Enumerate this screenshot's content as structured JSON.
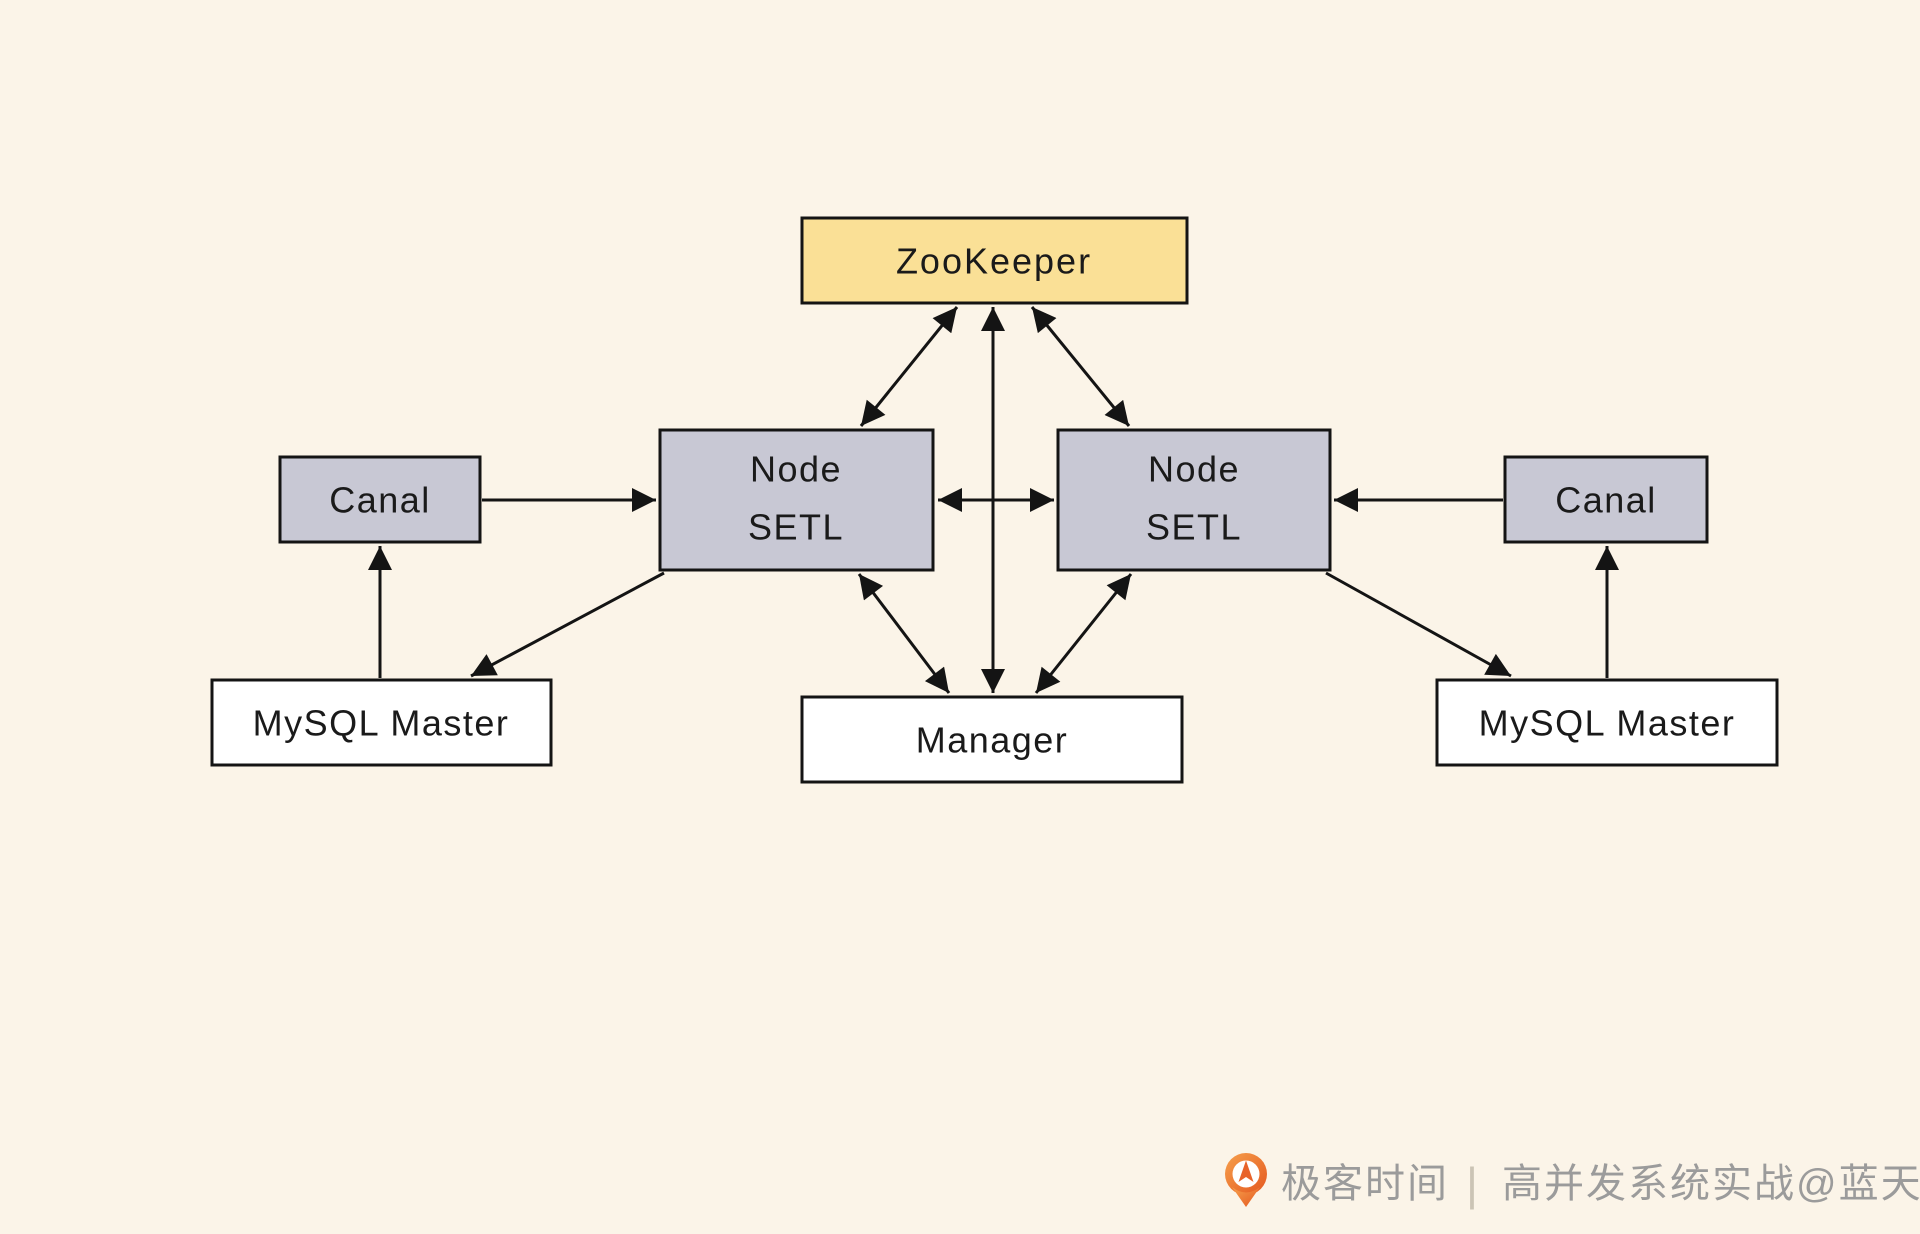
{
  "background": "#FBF4E8",
  "palette": {
    "box_border": "#141414",
    "arrow": "#141414",
    "zookeeper_fill": "#FAE096",
    "setl_fill": "#C8C8D4",
    "plain_fill": "#FFFFFF",
    "watermark_text": "#9B9B9B",
    "logo_orange": "#E96A2D"
  },
  "nodes": {
    "zookeeper": {
      "label": "ZooKeeper",
      "fill": "#FAE096"
    },
    "node_setl_left": {
      "line1": "Node",
      "line2": "SETL",
      "fill": "#C8C8D4"
    },
    "node_setl_right": {
      "line1": "Node",
      "line2": "SETL",
      "fill": "#C8C8D4"
    },
    "canal_left": {
      "label": "Canal",
      "fill": "#C8C8D4"
    },
    "canal_right": {
      "label": "Canal",
      "fill": "#C8C8D4"
    },
    "mysql_master_left": {
      "label": "MySQL Master",
      "fill": "#FFFFFF"
    },
    "mysql_master_right": {
      "label": "MySQL Master",
      "fill": "#FFFFFF"
    },
    "manager": {
      "label": "Manager",
      "fill": "#FFFFFF"
    }
  },
  "edges": [
    {
      "from": "zookeeper",
      "to": "node_setl_left",
      "direction": "both"
    },
    {
      "from": "zookeeper",
      "to": "manager",
      "direction": "both"
    },
    {
      "from": "zookeeper",
      "to": "node_setl_right",
      "direction": "both"
    },
    {
      "from": "node_setl_left",
      "to": "node_setl_right",
      "direction": "both"
    },
    {
      "from": "canal_left",
      "to": "node_setl_left",
      "direction": "one-way"
    },
    {
      "from": "canal_right",
      "to": "node_setl_right",
      "direction": "one-way"
    },
    {
      "from": "mysql_master_left",
      "to": "canal_left",
      "direction": "one-way"
    },
    {
      "from": "mysql_master_right",
      "to": "canal_right",
      "direction": "one-way"
    },
    {
      "from": "node_setl_left",
      "to": "mysql_master_left",
      "direction": "one-way"
    },
    {
      "from": "node_setl_right",
      "to": "mysql_master_right",
      "direction": "one-way"
    },
    {
      "from": "node_setl_left",
      "to": "manager",
      "direction": "both"
    },
    {
      "from": "node_setl_right",
      "to": "manager",
      "direction": "both"
    }
  ],
  "watermark": {
    "brand": "极客时间",
    "divider": "|",
    "course": "高并发系统实战@蓝天"
  }
}
